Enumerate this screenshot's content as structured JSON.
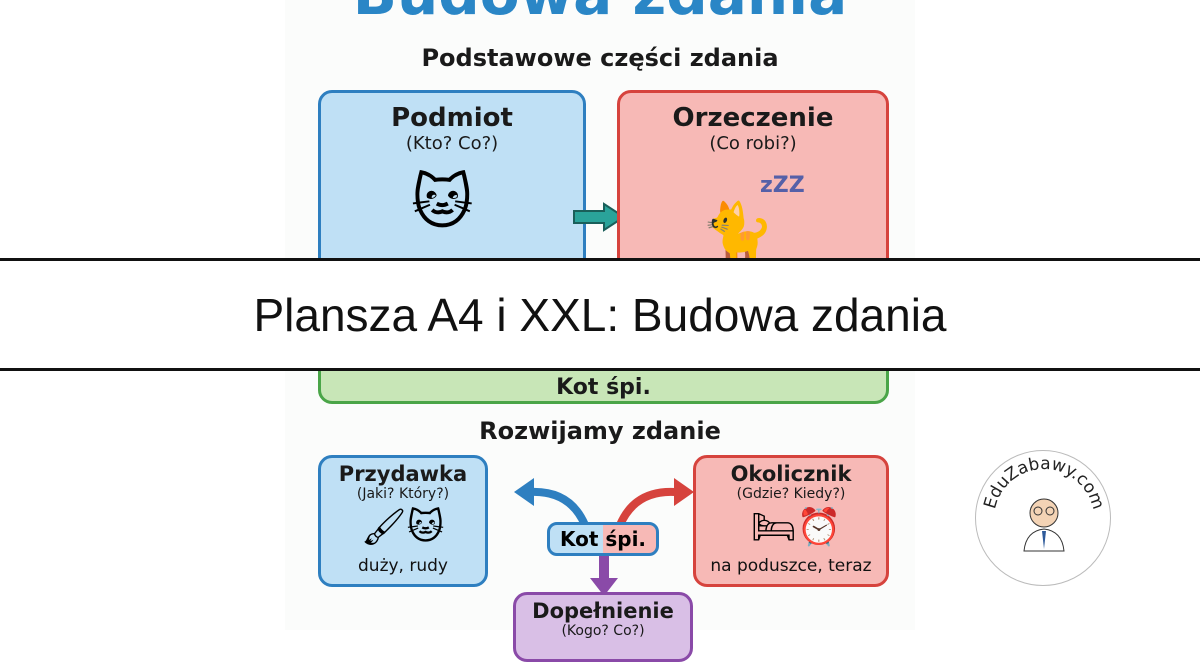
{
  "poster": {
    "title": "Budowa zdania",
    "section1": "Podstawowe części zdania",
    "podmiot": {
      "title": "Podmiot",
      "question": "(Kto? Co?)"
    },
    "orzeczenie": {
      "title": "Orzeczenie",
      "question": "(Co robi?)",
      "zzz": "zZZ"
    },
    "example": "Kot śpi.",
    "section2": "Rozwijamy zdanie",
    "przydawka": {
      "title": "Przydawka",
      "question": "(Jaki? Który?)",
      "example": "duży, rudy"
    },
    "okolicznik": {
      "title": "Okolicznik",
      "question": "(Gdzie? Kiedy?)",
      "example": "na poduszce, teraz"
    },
    "center": {
      "word1": "Kot",
      "word2": "śpi."
    },
    "dopelnienie": {
      "title": "Dopełnienie",
      "question": "(Kogo? Co?)"
    }
  },
  "banner": {
    "text": "Plansza A4 i XXL: Budowa zdania"
  },
  "logo": {
    "text": "EduZabawy.com"
  },
  "colors": {
    "blue": "#2e7fc0",
    "red": "#d6433d",
    "green": "#4aa548",
    "purple": "#8a4aa8",
    "title": "#2a86c6"
  }
}
